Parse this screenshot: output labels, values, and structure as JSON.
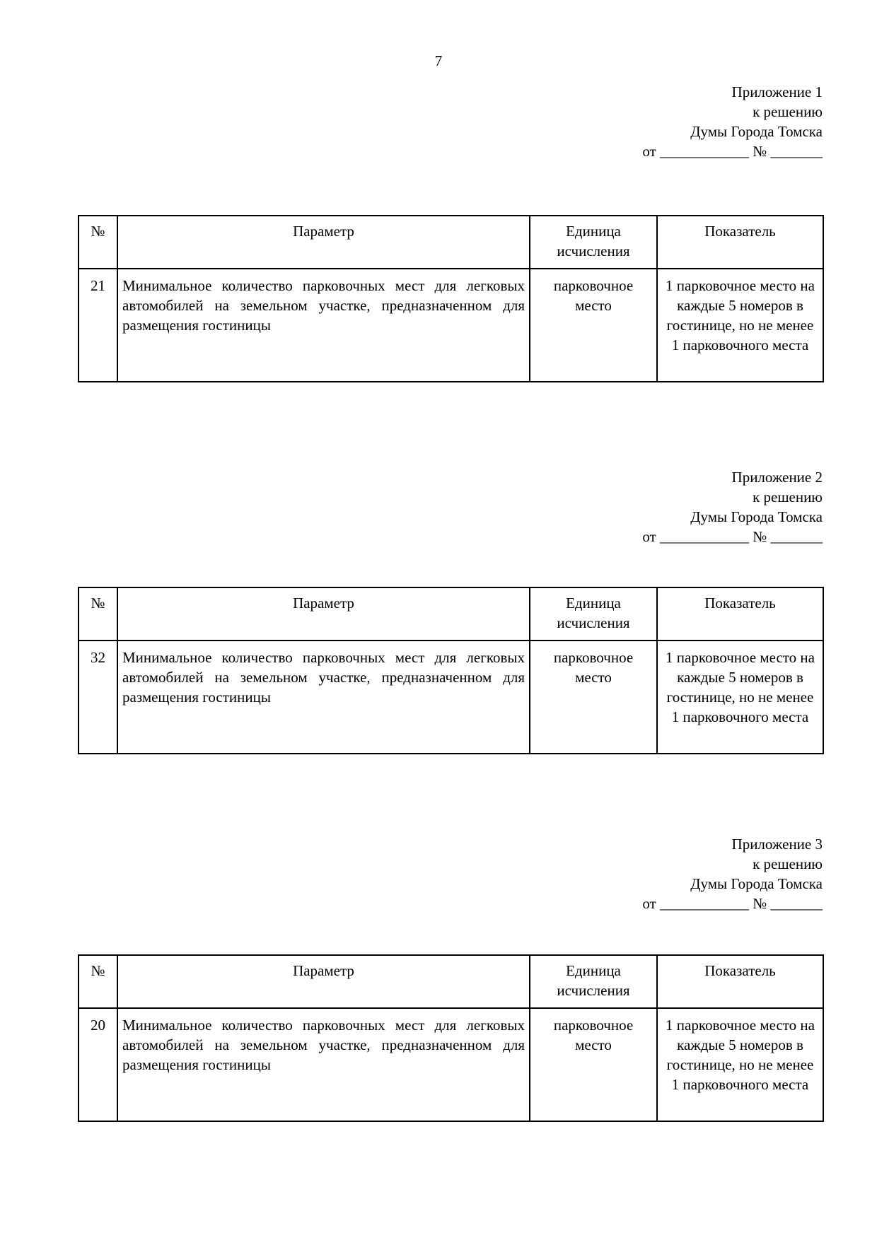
{
  "page_number": "7",
  "appendices": [
    {
      "title": "Приложение 1",
      "to_decision": "к решению",
      "authority": "Думы Города Томска",
      "date_line": "от ____________ № _______",
      "table": {
        "headers": {
          "num": "№",
          "param": "Параметр",
          "unit": "Единица исчисления",
          "indicator": "Показатель"
        },
        "rows": [
          {
            "num": "21",
            "param": "Минимальное количество парковочных мест для легковых автомобилей на земельном участке, предназначенном для размещения гостиницы",
            "unit": "парковочное место",
            "indicator": "1 парковочное место на каждые 5 номеров в гостинице, но не менее 1 парковочного места"
          }
        ]
      }
    },
    {
      "title": "Приложение 2",
      "to_decision": "к решению",
      "authority": "Думы Города Томска",
      "date_line": "от ____________ № _______",
      "table": {
        "headers": {
          "num": "№",
          "param": "Параметр",
          "unit": "Единица исчисления",
          "indicator": "Показатель"
        },
        "rows": [
          {
            "num": "32",
            "param": "Минимальное количество парковочных мест для легковых автомобилей на земельном участке, предназначенном для размещения гостиницы",
            "unit": "парковочное место",
            "indicator": "1 парковочное место на каждые 5 номеров в гостинице, но не менее 1 парковочного места"
          }
        ]
      }
    },
    {
      "title": "Приложение 3",
      "to_decision": "к решению",
      "authority": "Думы Города Томска",
      "date_line": "от ____________ № _______",
      "table": {
        "headers": {
          "num": "№",
          "param": "Параметр",
          "unit": "Единица исчисления",
          "indicator": "Показатель"
        },
        "rows": [
          {
            "num": "20",
            "param": "Минимальное количество парковочных мест для легковых автомобилей на земельном участке, предназначенном для размещения гостиницы",
            "unit": "парковочное место",
            "indicator": "1 парковочное место на каждые 5 номеров в гостинице, но не менее 1 парковочного места"
          }
        ]
      }
    }
  ]
}
